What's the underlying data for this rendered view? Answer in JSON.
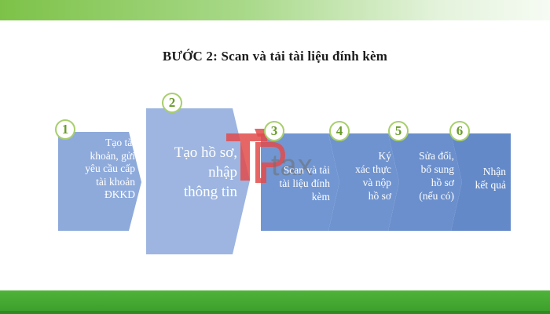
{
  "title": "BƯỚC 2:  Scan và tải tài liệu đính kèm",
  "colors": {
    "step_small": "#8eaadb",
    "step_big": "#9db5e0",
    "step_chain": "#6f93cf",
    "badge_ring": "#a8cf6c",
    "bottom_bar": "#3b9d2a"
  },
  "logo": {
    "text": "tax",
    "icon": "tp-tax-logo-icon"
  },
  "steps": [
    {
      "number": "1",
      "text": "Tạo tài\nkhoản, gửi\nyêu cầu cấp\ntài khoản\nĐKKD"
    },
    {
      "number": "2",
      "text": "Tạo hồ sơ,\nnhập\nthông tin"
    },
    {
      "number": "3",
      "text": "Scan và tải\ntài liệu đính\nkèm"
    },
    {
      "number": "4",
      "text": "Ký\nxác thực\nvà nộp\nhồ sơ"
    },
    {
      "number": "5",
      "text": "Sửa đổi,\nbổ sung\nhồ sơ\n(nếu có)"
    },
    {
      "number": "6",
      "text": "Nhận\nkết quả"
    }
  ]
}
